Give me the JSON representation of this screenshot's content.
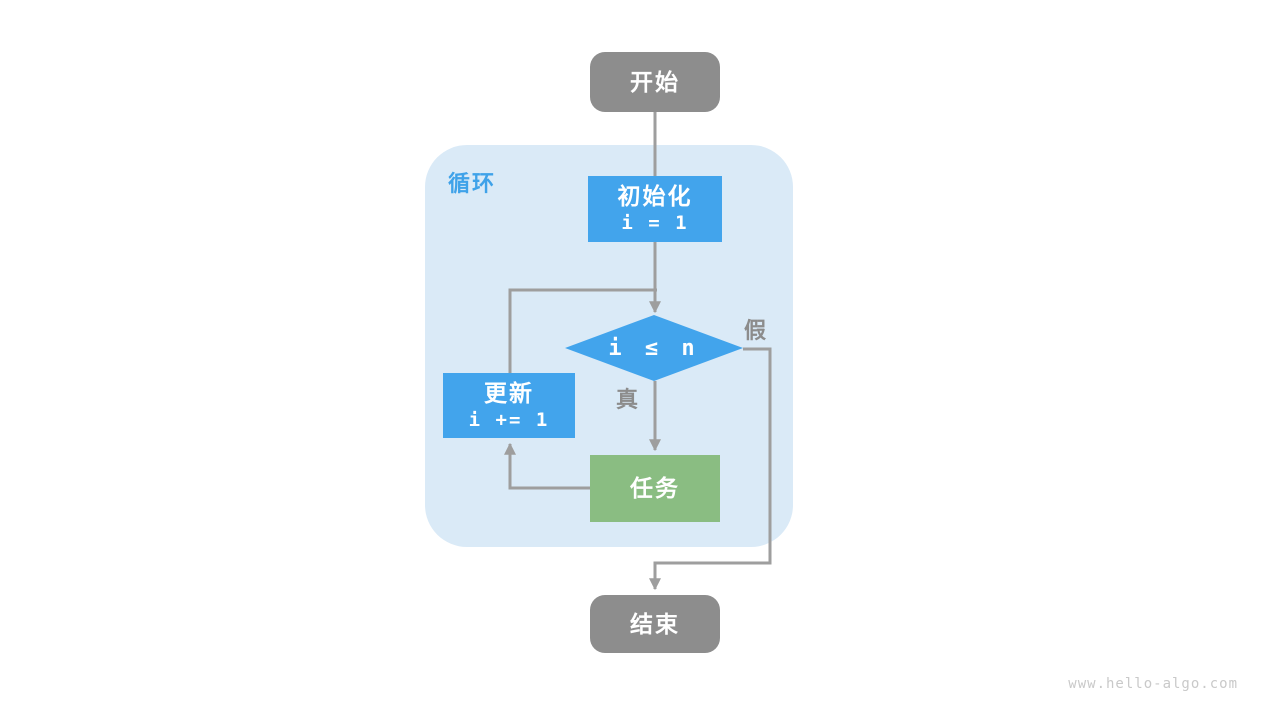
{
  "watermark": "www.hello-algo.com",
  "colors": {
    "node_gray": "#8d8d8d",
    "process_blue": "#42a4ec",
    "task_green": "#8abd82",
    "loop_region_bg": "#daeaf7",
    "loop_label_blue": "#3fa2e9",
    "connector_gray": "#9e9e9e",
    "branch_label_gray": "#8c8c8c",
    "watermark_gray": "#c9c9c9"
  },
  "flowchart": {
    "start": {
      "label": "开始"
    },
    "loop_region": {
      "label": "循环"
    },
    "init": {
      "title": "初始化",
      "code": "i = 1"
    },
    "condition": {
      "code": "i ≤ n"
    },
    "branch_true": {
      "label": "真"
    },
    "branch_false": {
      "label": "假"
    },
    "update": {
      "title": "更新",
      "code": "i += 1"
    },
    "task": {
      "label": "任务"
    },
    "end": {
      "label": "结束"
    }
  }
}
